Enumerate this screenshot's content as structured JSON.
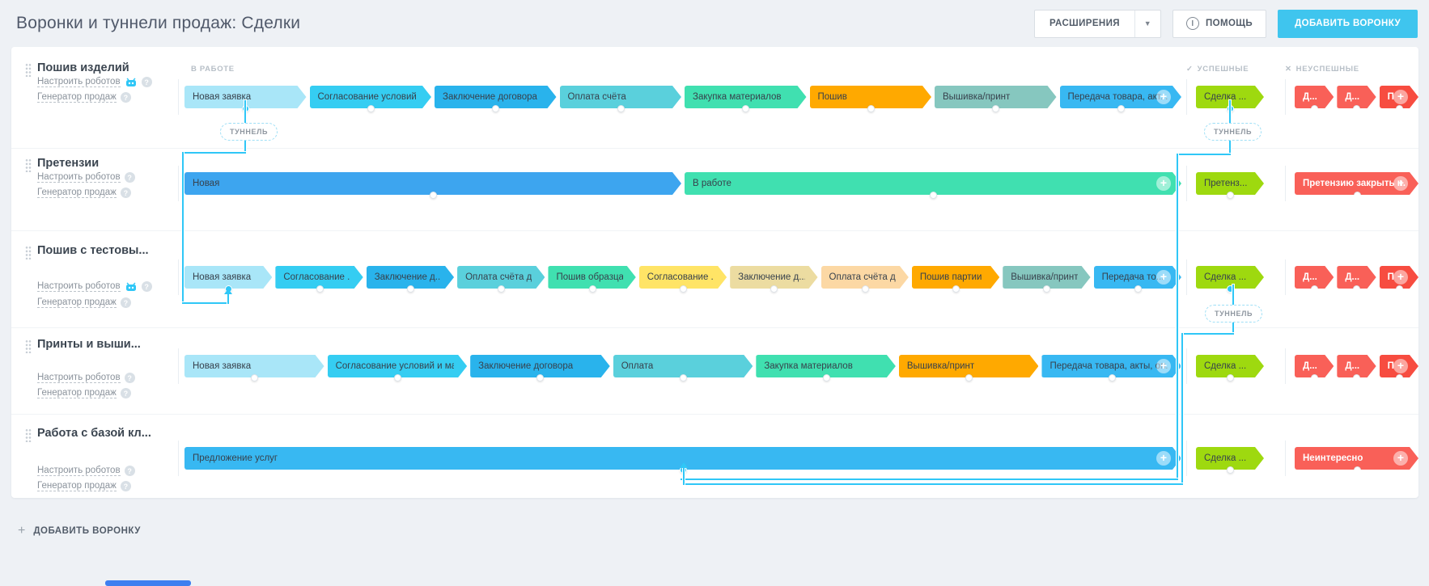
{
  "page_title": "Воронки и туннели продаж: Сделки",
  "toolbar": {
    "extensions": "РАСШИРЕНИЯ",
    "help": "ПОМОЩЬ",
    "add_funnel": "ДОБАВИТЬ ВОРОНКУ"
  },
  "column_headers": {
    "in_work": "В РАБОТЕ",
    "success": "УСПЕШНЫЕ",
    "fail": "НЕУСПЕШНЫЕ",
    "success_glyph": "✓",
    "fail_glyph": "✕"
  },
  "tunnel_label": "ТУННЕЛЬ",
  "row_links": {
    "robots": "Настроить роботов",
    "generator": "Генератор продаж"
  },
  "footer_add": "ДОБАВИТЬ ВОРОНКУ",
  "colors": {
    "accent_cyan": "#2fc7f7",
    "success_green": "#9ed90f",
    "fail_red": "#f96058",
    "primary_button": "#3fc5ee"
  },
  "funnels": [
    {
      "name": "Пошив изделий",
      "robot_icon": true,
      "stages": [
        {
          "label": "Новая заявка",
          "color": "#a9e6f8",
          "dot": "#2fc7f7"
        },
        {
          "label": "Согласование условий ...",
          "color": "#35cdf2"
        },
        {
          "label": "Заключение договора",
          "color": "#29b3ec"
        },
        {
          "label": "Оплата счёта",
          "color": "#5ad0dc"
        },
        {
          "label": "Закупка материалов",
          "color": "#40e0b0"
        },
        {
          "label": "Пошив",
          "color": "#ffa900"
        },
        {
          "label": "Вышивка/принт",
          "color": "#86c7bf"
        },
        {
          "label": "Передача товара, акт...",
          "color": "#38b8f2",
          "plus": true
        }
      ],
      "success": {
        "label": "Сделка ...",
        "color": "#9ed90f",
        "dot": "#2fc7f7"
      },
      "fail": [
        {
          "label": "Д...",
          "color": "#f96058"
        },
        {
          "label": "Д...",
          "color": "#f96058"
        },
        {
          "label": "П",
          "color": "#f74c40",
          "plus": true
        }
      ]
    },
    {
      "name": "Претензии",
      "robot_icon": false,
      "stages": [
        {
          "label": "Новая",
          "color": "#3da5ef"
        },
        {
          "label": "В работе",
          "color": "#40e0b0",
          "plus": true
        }
      ],
      "success": {
        "label": "Претенз...",
        "color": "#9ed90f"
      },
      "fail": [
        {
          "label": "Претензию закрыть н...",
          "color": "#f96058",
          "plus": true
        }
      ]
    },
    {
      "name": "Пошив с тестовы...",
      "robot_icon": true,
      "stages": [
        {
          "label": "Новая заявка",
          "color": "#a9e6f8",
          "dot": "#2fc7f7"
        },
        {
          "label": "Согласование ...",
          "color": "#35cdf2"
        },
        {
          "label": "Заключение д...",
          "color": "#29b3ec"
        },
        {
          "label": "Оплата счёта д...",
          "color": "#5ad0dc"
        },
        {
          "label": "Пошив образца",
          "color": "#40e0b0"
        },
        {
          "label": "Согласование ...",
          "color": "#ffe466"
        },
        {
          "label": "Заключение д...",
          "color": "#ecdca1"
        },
        {
          "label": "Оплата счёта д...",
          "color": "#fcd8a4"
        },
        {
          "label": "Пошив партии",
          "color": "#ffa900"
        },
        {
          "label": "Вышивка/принт",
          "color": "#86c7bf"
        },
        {
          "label": "Передача то...",
          "color": "#38b8f2",
          "plus": true
        }
      ],
      "success": {
        "label": "Сделка ...",
        "color": "#9ed90f",
        "dot": "#2fc7f7"
      },
      "fail": [
        {
          "label": "Д...",
          "color": "#f96058"
        },
        {
          "label": "Д...",
          "color": "#f96058"
        },
        {
          "label": "П",
          "color": "#f74c40",
          "plus": true
        }
      ]
    },
    {
      "name": "Принты и выши...",
      "robot_icon": false,
      "stages": [
        {
          "label": "Новая заявка",
          "color": "#a9e6f8"
        },
        {
          "label": "Согласование условий и мак...",
          "color": "#35cdf2"
        },
        {
          "label": "Заключение договора",
          "color": "#29b3ec"
        },
        {
          "label": "Оплата",
          "color": "#5ad0dc"
        },
        {
          "label": "Закупка материалов",
          "color": "#40e0b0"
        },
        {
          "label": "Вышивка/принт",
          "color": "#ffa900"
        },
        {
          "label": "Передача товара, акты, оп...",
          "color": "#38b8f2",
          "plus": true
        }
      ],
      "success": {
        "label": "Сделка ...",
        "color": "#9ed90f"
      },
      "fail": [
        {
          "label": "Д...",
          "color": "#f96058"
        },
        {
          "label": "Д...",
          "color": "#f96058"
        },
        {
          "label": "П",
          "color": "#f74c40",
          "plus": true
        }
      ]
    },
    {
      "name": "Работа с базой кл...",
      "robot_icon": false,
      "stages": [
        {
          "label": "Предложение услуг",
          "color": "#38b8f2",
          "plus": true,
          "dot": "#2fc7f7"
        }
      ],
      "success": {
        "label": "Сделка ...",
        "color": "#9ed90f"
      },
      "fail": [
        {
          "label": "Неинтересно",
          "color": "#f96058",
          "plus": true
        }
      ]
    }
  ]
}
